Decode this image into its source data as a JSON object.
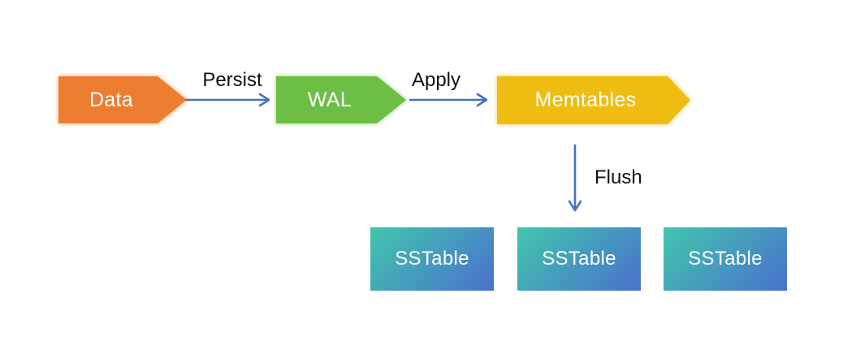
{
  "nodes": {
    "data": {
      "label": "Data",
      "color": "#ED7D31"
    },
    "wal": {
      "label": "WAL",
      "color": "#6CBE45"
    },
    "memtables": {
      "label": "Memtables",
      "color": "#EFBC11"
    },
    "sstables": [
      {
        "label": "SSTable"
      },
      {
        "label": "SSTable"
      },
      {
        "label": "SSTable"
      }
    ]
  },
  "edges": {
    "persist": {
      "label": "Persist"
    },
    "apply": {
      "label": "Apply"
    },
    "flush": {
      "label": "Flush"
    }
  },
  "colors": {
    "arrow": "#4472C4",
    "node_text": "#FFFFFF",
    "label_text": "#111111",
    "sstable_gradient_start": "#41C6AC",
    "sstable_gradient_end": "#4A70CE",
    "background": "#FFFFFF"
  }
}
